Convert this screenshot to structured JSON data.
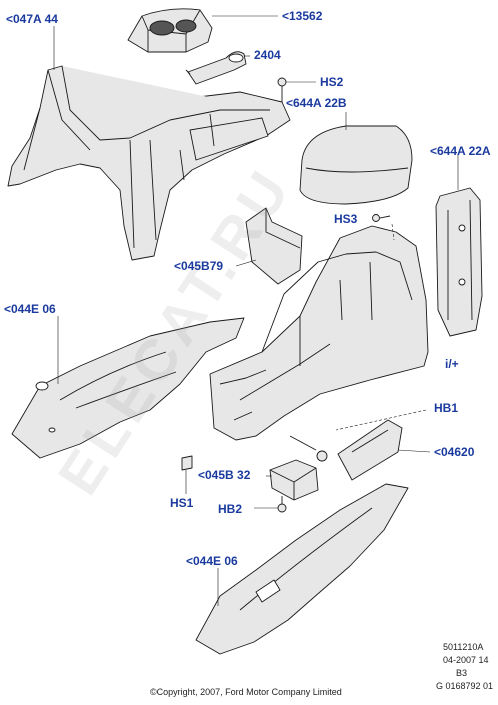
{
  "callouts": {
    "c047A44": "<047A 44",
    "c13562": "<13562",
    "c2404": "2404",
    "hs2": "HS2",
    "c644A22B": "<644A 22B",
    "c644A22A": "<644A 22A",
    "hs3": "HS3",
    "c045B79": "<045B79",
    "c044E06_top": "<044E 06",
    "plus": "i/+",
    "hb1": "HB1",
    "c04620": "<04620",
    "c045B32": "<045B 32",
    "hs1": "HS1",
    "hb2": "HB2",
    "c044E06_bottom": "<044E 06"
  },
  "footer": {
    "ref": "5011210A",
    "date": "04-2007 14",
    "code": "B3",
    "id": "G 0168792 01",
    "copyright": "©Copyright, 2007, Ford Motor Company Limited"
  },
  "watermark": "ELECAT.RU",
  "colors": {
    "callout": "#1a3a9e",
    "part_fill": "#e7e7e7",
    "line": "#1a1a1a"
  }
}
